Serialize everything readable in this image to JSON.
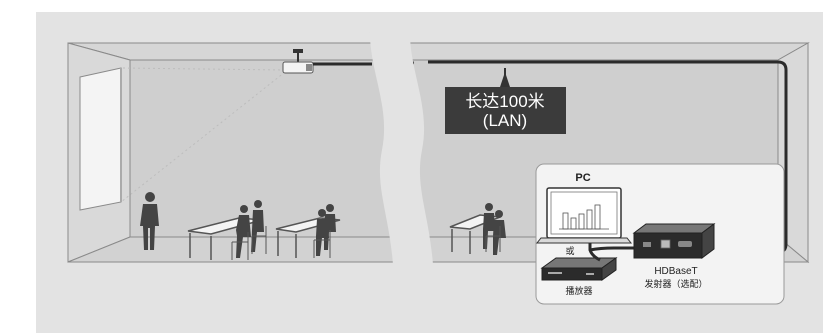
{
  "callout": {
    "line1": "长达100米",
    "line2": "(LAN)"
  },
  "labels": {
    "pc": "PC",
    "or": "或",
    "player": "播放器",
    "hdbaset": "HDBaseT",
    "transmitter": "发射器（选配）"
  },
  "colors": {
    "background": "#e3e3e3",
    "room_fill": "#cfcfcf",
    "room_line": "#8a8a8a",
    "cable": "#2b2b2b",
    "callout_bg": "#3b3b3b",
    "panel_bg": "#f3f3f3",
    "people": "#444444"
  },
  "icons": [
    "projector-icon",
    "screen-icon",
    "person-icon",
    "table-icon",
    "chair-icon",
    "laptop-icon",
    "media-player-icon",
    "hdbaset-transmitter-icon"
  ]
}
